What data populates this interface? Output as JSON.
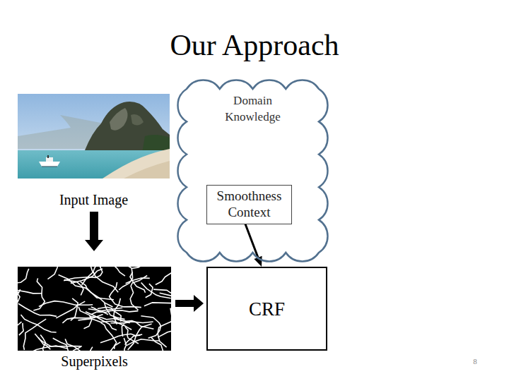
{
  "diagram": {
    "title": "Our Approach",
    "nodes": [
      {
        "text": [
          "Input Image"
        ]
      },
      {
        "text": [
          "Domain Knowledge"
        ]
      },
      {
        "text": [
          "Smoothness Context"
        ],
        "in": 1
      },
      {
        "text": [
          "Superpixels"
        ]
      },
      {
        "text": [
          "CRF"
        ]
      }
    ],
    "edges": [
      {
        "from": 0,
        "to": 3,
        "arrow": "to"
      },
      {
        "from": 3,
        "to": 4,
        "arrow": "to"
      },
      {
        "from": 2,
        "to": 4,
        "arrow": "to"
      }
    ],
    "labels": [
      "8"
    ]
  }
}
